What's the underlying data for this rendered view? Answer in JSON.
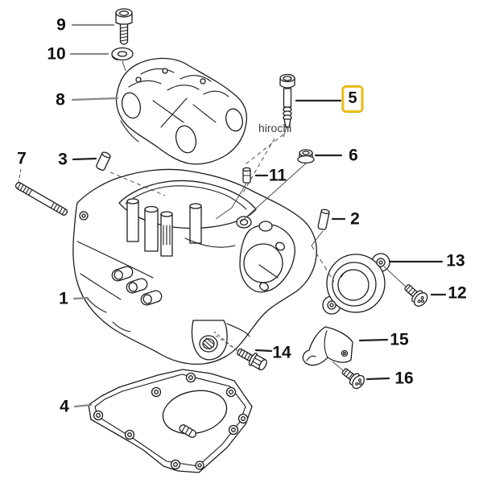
{
  "watermark": "hirochi",
  "highlight": {
    "callout_label": "5",
    "color": "#F2C419"
  },
  "callouts": [
    {
      "label": "1",
      "part": "cylinder-head"
    },
    {
      "label": "2",
      "part": "dowel-pin-right"
    },
    {
      "label": "3",
      "part": "dowel-pin-left"
    },
    {
      "label": "4",
      "part": "cylinder-head-gasket"
    },
    {
      "label": "5",
      "part": "cylinder-head-bolt",
      "highlighted": true
    },
    {
      "label": "6",
      "part": "flange-nut"
    },
    {
      "label": "7",
      "part": "threaded-stud"
    },
    {
      "label": "8",
      "part": "rocker-arm-carrier"
    },
    {
      "label": "9",
      "part": "socket-head-bolt"
    },
    {
      "label": "10",
      "part": "washer"
    },
    {
      "label": "11",
      "part": "sleeve"
    },
    {
      "label": "12",
      "part": "cover-bolt"
    },
    {
      "label": "13",
      "part": "cover-cap"
    },
    {
      "label": "14",
      "part": "hex-bolt"
    },
    {
      "label": "15",
      "part": "heat-shield"
    },
    {
      "label": "16",
      "part": "shield-bolt"
    }
  ]
}
